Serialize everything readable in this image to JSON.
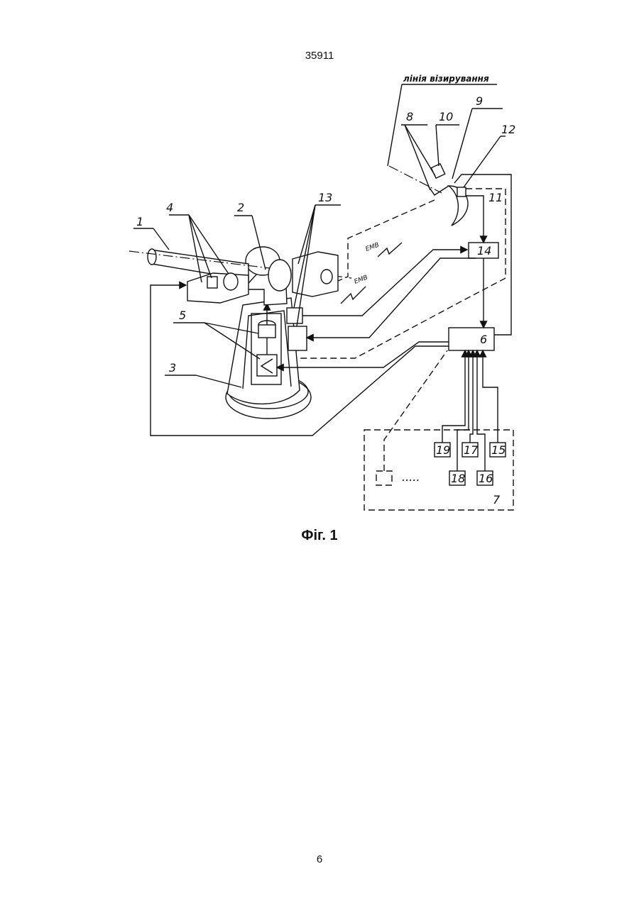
{
  "header": {
    "doc_number": "35911"
  },
  "figure": {
    "caption": "Фіг. 1",
    "sight_line_label": "лінія візирування",
    "emv_label": "ЕМВ",
    "ellipsis": ".....",
    "part_numbers": {
      "p1": "1",
      "p2": "2",
      "p3": "3",
      "p4": "4",
      "p5": "5",
      "p6": "6",
      "p7": "7",
      "p8": "8",
      "p9": "9",
      "p10": "10",
      "p11": "11",
      "p12": "12",
      "p13": "13",
      "p14": "14",
      "p15": "15",
      "p16": "16",
      "p17": "17",
      "p18": "18",
      "p19": "19"
    }
  },
  "footer": {
    "page_number": "6"
  }
}
